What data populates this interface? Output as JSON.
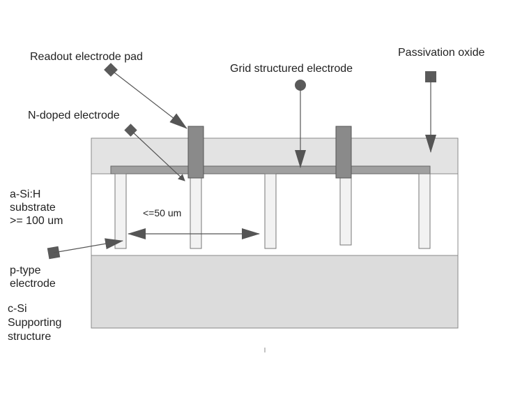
{
  "labels": {
    "readout_pad": "Readout electrode pad",
    "grid_electrode": "Grid structured electrode",
    "passivation": "Passivation oxide",
    "n_doped": "N-doped electrode",
    "substrate_line1": "a-Si:H",
    "substrate_line2": "substrate",
    "substrate_line3": ">= 100 um",
    "pitch": "<=50 um",
    "ptype_line1": "p-type",
    "ptype_line2": "electrode",
    "csi_line1": "c-Si",
    "csi_line2": "Supporting",
    "csi_line3": "structure"
  },
  "colors": {
    "passivation_fill": "#e3e3e3",
    "substrate_fill": "#ffffff",
    "csi_fill": "#dcdcdc",
    "grid_fill": "#a0a0a0",
    "pad_fill": "#8a8a8a",
    "electrode_fill": "#f2f2f2",
    "arrow": "#555555"
  }
}
